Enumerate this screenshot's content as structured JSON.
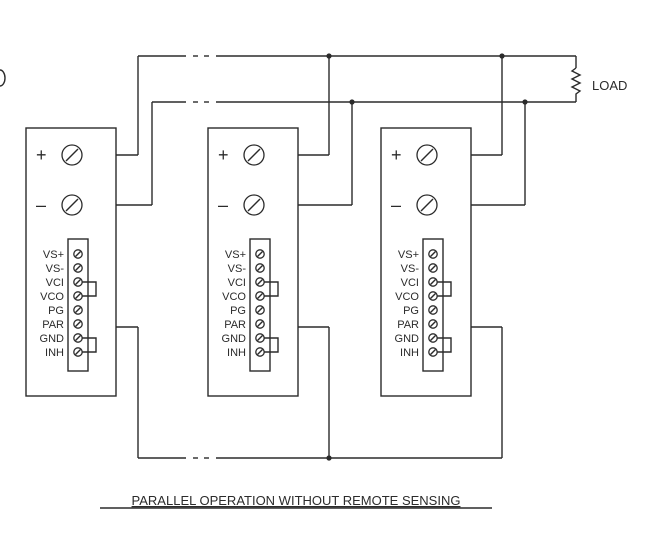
{
  "diagram": {
    "title": "PARALLEL OPERATION WITHOUT REMOTE SENSING",
    "load_label": "LOAD",
    "terminals": {
      "plus": "+",
      "minus": "–"
    },
    "pins": [
      "VS+",
      "VS-",
      "VCI",
      "VCO",
      "PG",
      "PAR",
      "GND",
      "INH"
    ],
    "ink_color": "#2b2b2b",
    "background_color": "#ffffff"
  }
}
